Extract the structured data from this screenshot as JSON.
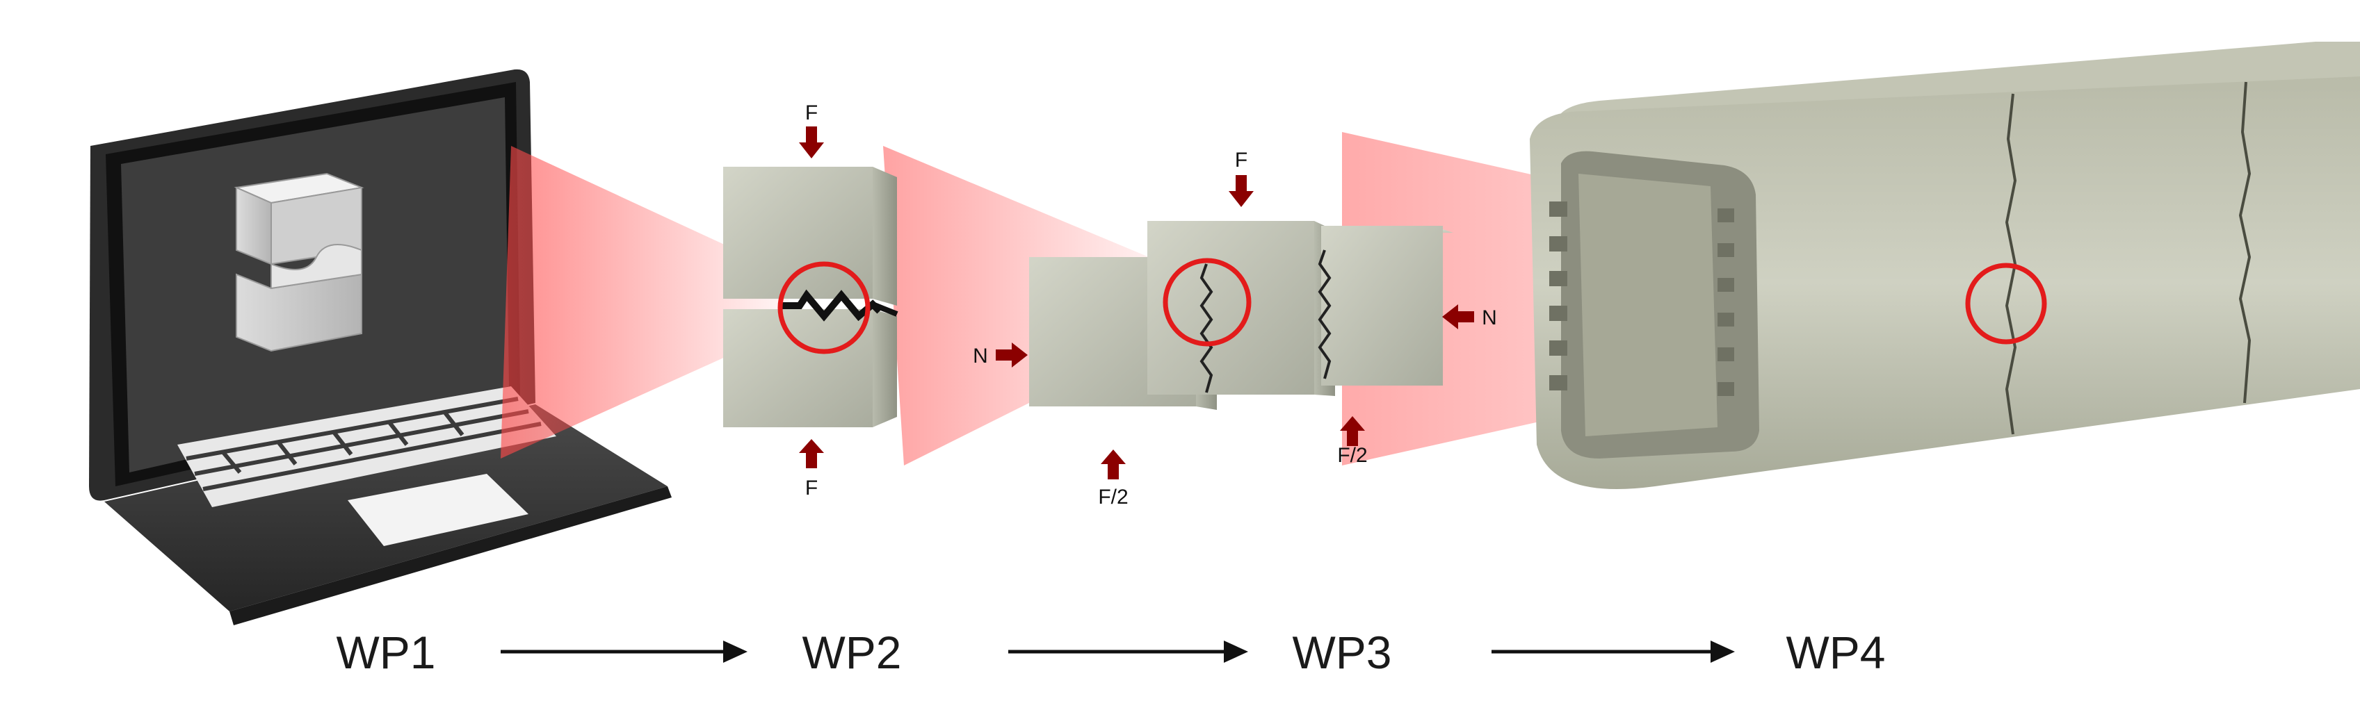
{
  "stages": [
    {
      "id": "wp1",
      "label": "WP1"
    },
    {
      "id": "wp2",
      "label": "WP2"
    },
    {
      "id": "wp3",
      "label": "WP3"
    },
    {
      "id": "wp4",
      "label": "WP4"
    }
  ],
  "force_labels": {
    "wp2_top": "F",
    "wp2_bottom": "F",
    "wp3_top": "F",
    "wp3_left_normal": "N",
    "wp3_right_normal": "N",
    "wp3_bottom_left": "F/2",
    "wp3_bottom_right": "F/2"
  },
  "colors": {
    "highlight_circle": "#e31b1b",
    "zoom_beam": "#ff5a5a",
    "force_arrow": "#8b0000",
    "concrete": "#c9ccbe",
    "laptop_body": "#3a3a3a",
    "flow_arrow": "#111111"
  }
}
